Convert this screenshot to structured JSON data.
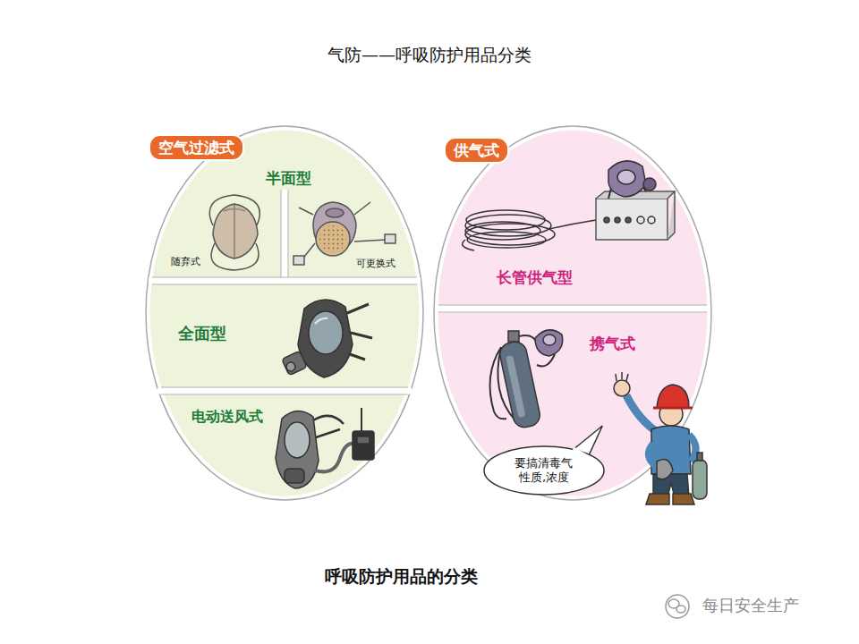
{
  "diagram": {
    "title": "气防——呼吸防护用品分类",
    "caption": "呼吸防护用品的分类",
    "nodes": [
      {
        "text": [
          "空气过滤式"
        ]
      },
      {
        "text": [
          "半面型"
        ],
        "in": 0
      },
      {
        "text": [
          "随弃式"
        ],
        "in": 1
      },
      {
        "text": [
          "可更换式"
        ],
        "in": 1
      },
      {
        "text": [
          "全面型"
        ],
        "in": 0
      },
      {
        "text": [
          "电动送风式"
        ],
        "in": 0
      },
      {
        "text": [
          "供气式"
        ]
      },
      {
        "text": [
          "长管供气型"
        ],
        "in": 6
      },
      {
        "text": [
          "携气式"
        ],
        "in": 6
      },
      {
        "text": [
          "要搞清毒气性质,浓度"
        ],
        "in": 8
      }
    ],
    "labels": [
      "每日安全生产"
    ]
  }
}
